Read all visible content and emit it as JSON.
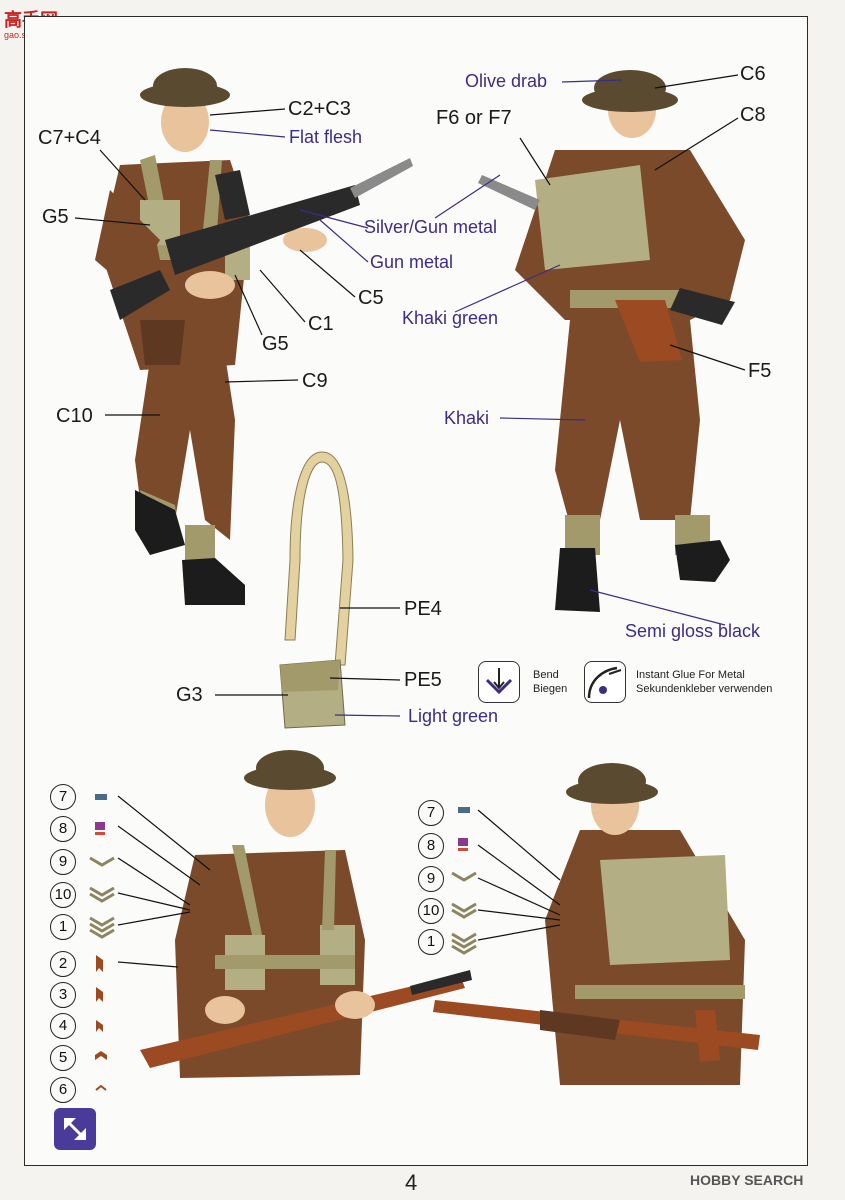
{
  "watermark": {
    "text": "高手网",
    "sub": "gao.shou.com"
  },
  "labels": {
    "c2c3": "C2+C3",
    "flat_flesh": "Flat flesh",
    "c7c4": "C7+C4",
    "g5_top": "G5",
    "silver_gun_metal": "Silver/Gun metal",
    "gun_metal": "Gun metal",
    "c5": "C5",
    "c1": "C1",
    "g5_bottom": "G5",
    "c9": "C9",
    "c10": "C10",
    "olive_drab": "Olive drab",
    "c6": "C6",
    "f6_or_f7": "F6 or F7",
    "c8": "C8",
    "khaki_green": "Khaki green",
    "f5": "F5",
    "khaki": "Khaki",
    "semi_gloss_black": "Semi gloss black",
    "pe4": "PE4",
    "pe5": "PE5",
    "g3": "G3",
    "light_green": "Light green"
  },
  "instructions": {
    "bend_en": "Bend",
    "bend_de": "Biegen",
    "glue_en": "Instant Glue For Metal",
    "glue_de": "Sekundenkleber verwenden"
  },
  "insignia_left": [
    "7",
    "8",
    "9",
    "10",
    "1",
    "2",
    "3",
    "4",
    "5",
    "6"
  ],
  "insignia_right": [
    "7",
    "8",
    "9",
    "10",
    "1"
  ],
  "page_number": "4",
  "footer_logo": "HOBBY SEARCH",
  "colors": {
    "uniform": "#7a4a2a",
    "uniform_shadow": "#5e3820",
    "webbing": "#a39a6b",
    "helmet": "#5a4a30",
    "pack": "#b3ae84",
    "skin": "#e9c39c",
    "boot": "#1c1c1c",
    "rifle_wood": "#9c4a22",
    "gun_metal": "#2a2a2a",
    "label_purple": "#3a2e84"
  }
}
